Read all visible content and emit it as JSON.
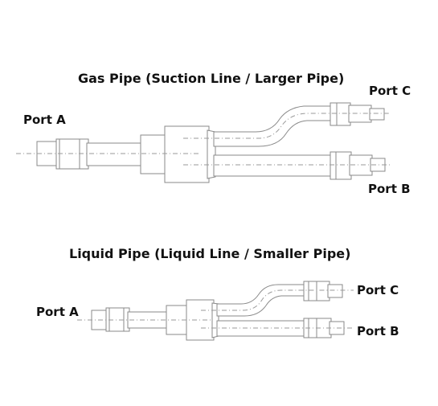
{
  "gas": {
    "title": "Gas Pipe (Suction Line / Larger Pipe)",
    "port_a": "Port A",
    "port_b": "Port B",
    "port_c": "Port C"
  },
  "liquid": {
    "title": "Liquid Pipe (Liquid Line / Smaller Pipe)",
    "port_a": "Port A",
    "port_b": "Port B",
    "port_c": "Port C"
  }
}
